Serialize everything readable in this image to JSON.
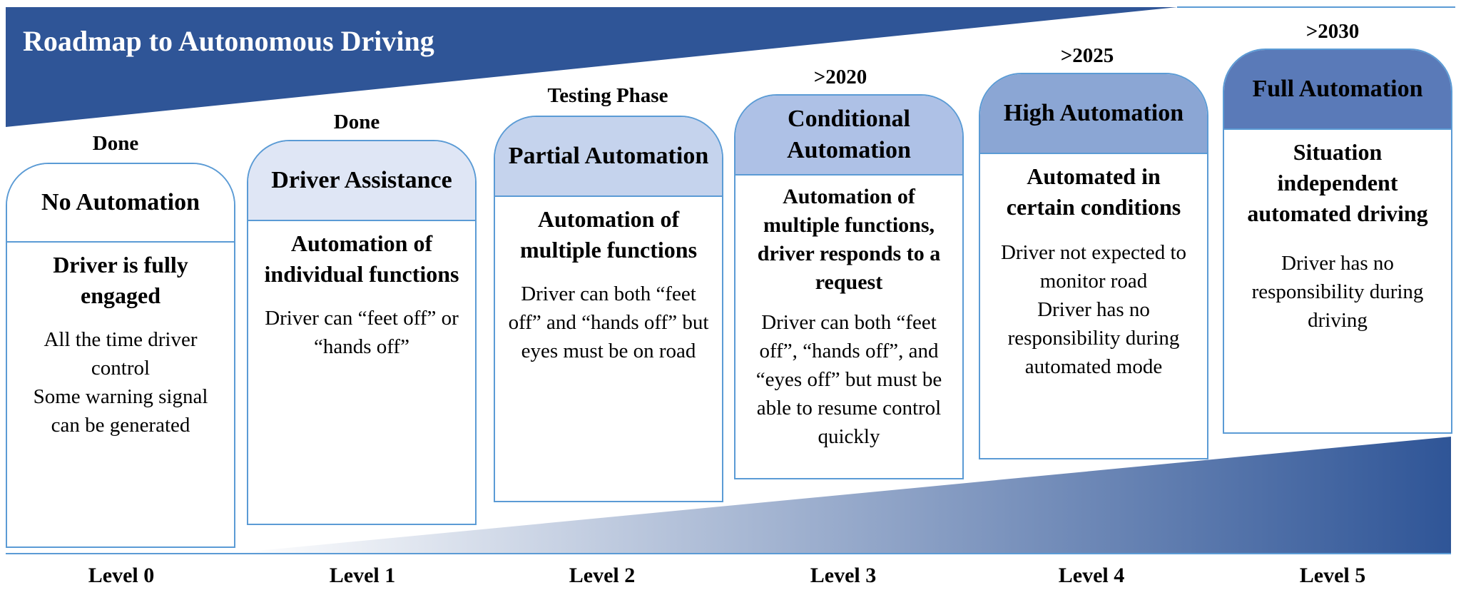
{
  "title": "Roadmap to Autonomous Driving",
  "colors": {
    "banner": "#2f5597",
    "card_border": "#5b9bd5",
    "head_level0": "#ffffff",
    "head_level1": "#dfe6f5",
    "head_level2": "#c5d3ed",
    "head_level3": "#aec1e6",
    "head_level4": "#8ba6d4",
    "head_level5": "#5a7ab8",
    "ramp_start": "#ffffff",
    "ramp_end": "#2f5597"
  },
  "levels": [
    {
      "level_label": "Level 0",
      "status": "Done",
      "heading": "No Automation",
      "subheading": "Driver is fully engaged",
      "description": "All the time driver control\nSome warning signal can be generated"
    },
    {
      "level_label": "Level 1",
      "status": "Done",
      "heading": "Driver Assistance",
      "subheading": "Automation of individual functions",
      "description": "Driver can “feet off” or “hands off”"
    },
    {
      "level_label": "Level 2",
      "status": "Testing Phase",
      "heading": "Partial Automation",
      "subheading": "Automation of multiple functions",
      "description": "Driver can both “feet off” and “hands off” but eyes must be on road"
    },
    {
      "level_label": "Level 3",
      "status": ">2020",
      "heading": "Conditional Automation",
      "subheading": "Automation of multiple functions, driver responds to a request",
      "description": "Driver can both “feet off”, “hands off”, and “eyes off” but must be able to resume control quickly"
    },
    {
      "level_label": "Level 4",
      "status": ">2025",
      "heading": "High Automation",
      "subheading": "Automated in certain conditions",
      "description": "Driver not expected to monitor road\nDriver has no responsibility during automated mode"
    },
    {
      "level_label": "Level 5",
      "status": ">2030",
      "heading": "Full Automation",
      "subheading": "Situation independent automated driving",
      "description": "Driver has no responsibility during driving"
    }
  ]
}
